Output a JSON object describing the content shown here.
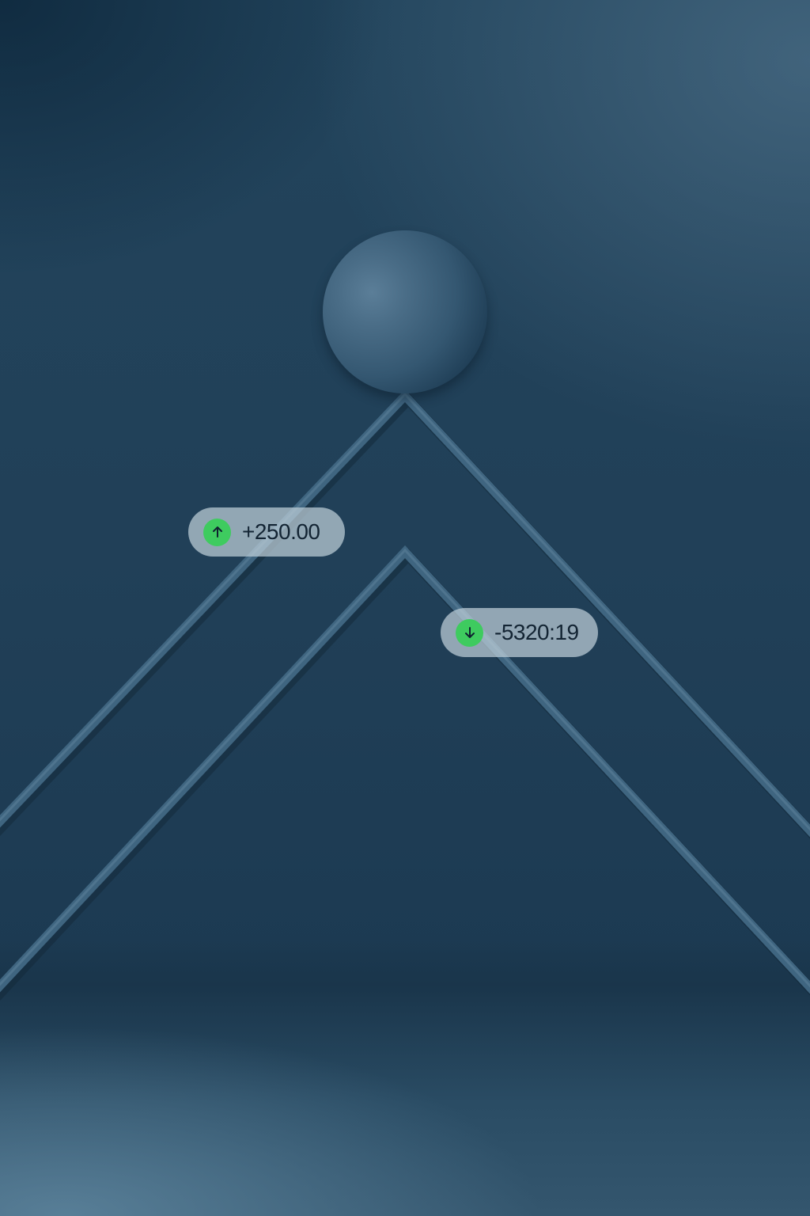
{
  "badges": [
    {
      "value": "+250.00",
      "direction": "up",
      "icon": "arrow-up-icon",
      "icon_bg": "#3ecb5f"
    },
    {
      "value": "-5320:19",
      "direction": "down",
      "icon": "arrow-down-icon",
      "icon_bg": "#3ecb5f"
    }
  ],
  "colors": {
    "background": "#214058",
    "frame": "#3f6580",
    "sphere": "#3a5d78",
    "badge_bg": "#bfcdd7",
    "badge_text": "#132433"
  }
}
